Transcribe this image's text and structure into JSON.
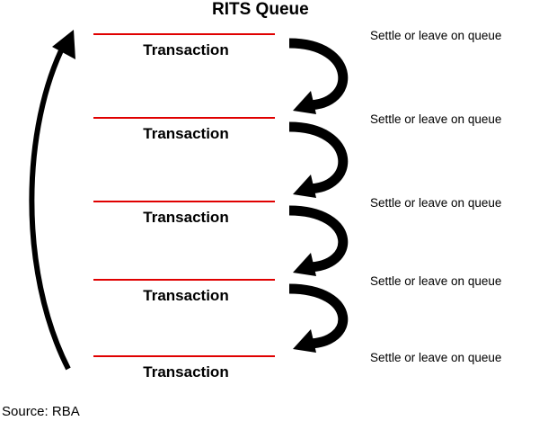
{
  "title": "RITS Queue",
  "rows": [
    {
      "label": "Transaction",
      "action": "Settle or leave on queue"
    },
    {
      "label": "Transaction",
      "action": "Settle or leave on queue"
    },
    {
      "label": "Transaction",
      "action": "Settle or leave on queue"
    },
    {
      "label": "Transaction",
      "action": "Settle or leave on queue"
    },
    {
      "label": "Transaction",
      "action": "Settle or leave on queue"
    }
  ],
  "source": "Source: RBA",
  "colors": {
    "queue_line": "#e00000",
    "arrow": "#000000"
  }
}
